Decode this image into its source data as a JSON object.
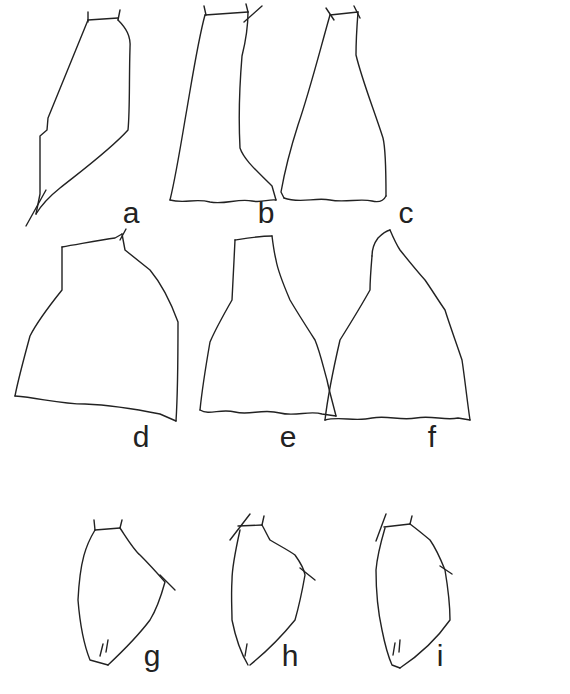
{
  "diagram": {
    "labels": [
      "a",
      "b",
      "c",
      "d",
      "e",
      "f",
      "g",
      "h",
      "i"
    ]
  }
}
